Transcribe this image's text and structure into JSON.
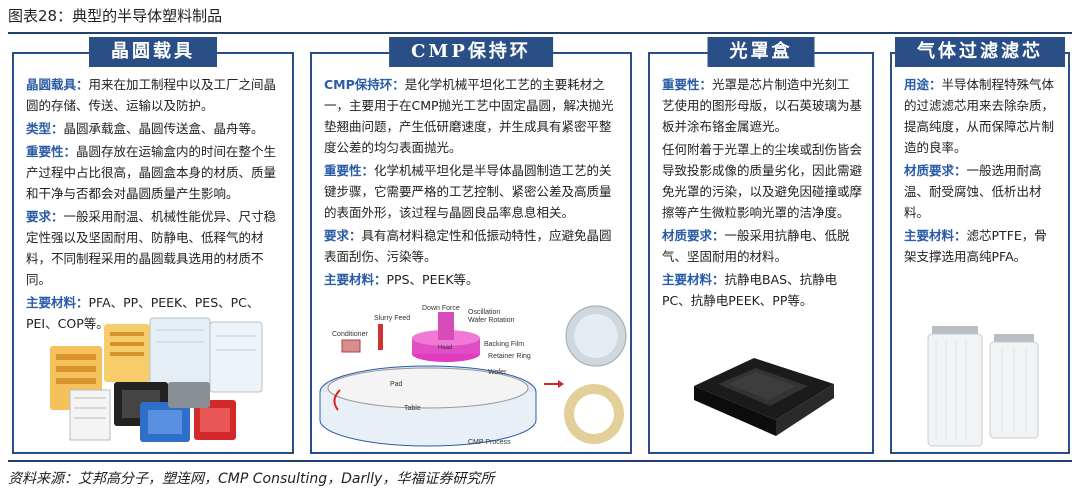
{
  "figure_title": "图表28：典型的半导体塑料制品",
  "panels": [
    {
      "title": "晶圆载具",
      "paragraphs": [
        {
          "key": "晶圆载具：",
          "text": "用来在加工制程中以及工厂之间晶圆的存储、传送、运输以及防护。"
        },
        {
          "key": "类型：",
          "text": "晶圆承载盒、晶圆传送盒、晶舟等。"
        },
        {
          "key": "重要性：",
          "text": "晶圆存放在运输盒内的时间在整个生产过程中占比很高，晶圆盒本身的材质、质量和干净与否都会对晶圆质量产生影响。"
        },
        {
          "key": "要求：",
          "text": "一般采用耐温、机械性能优异、尺寸稳定性强以及坚固耐用、防静电、低释气的材料，不同制程采用的晶圆载具选用的材质不同。"
        },
        {
          "key": "主要材料：",
          "text": "PFA、PP、PEEK、PES、PC、PEI、COP等。"
        }
      ]
    },
    {
      "title": "CMP保持环",
      "paragraphs": [
        {
          "key": "CMP保持环：",
          "text": "是化学机械平坦化工艺的主要耗材之一，主要用于在CMP抛光工艺中固定晶圆，解决抛光垫翘曲问题，产生低研磨速度，并生成具有紧密平整度公差的均匀表面抛光。"
        },
        {
          "key": "重要性：",
          "text": "化学机械平坦化是半导体晶圆制造工艺的关键步骤，它需要严格的工艺控制、紧密公差及高质量的表面外形，该过程与晶圆良品率息息相关。"
        },
        {
          "key": "要求：",
          "text": "具有高材料稳定性和低振动特性，应避免晶圆表面刮伤、污染等。"
        },
        {
          "key": "主要材料：",
          "text": "PPS、PEEK等。"
        }
      ],
      "diagram_labels": {
        "down_force": "Down Force",
        "oscillation": "Oscillation",
        "wafer_rotation": "Wafer Rotation",
        "slurry_feed": "Slurry Feed",
        "conditioner": "Conditioner",
        "head": "Head",
        "backing_film": "Backing Film",
        "retainer_ring": "Retainer Ring",
        "wafer": "Wafer",
        "pad": "Pad",
        "table": "Table",
        "caption": "CMP Process"
      }
    },
    {
      "title": "光罩盒",
      "paragraphs": [
        {
          "key": "重要性：",
          "text": "光罩是芯片制造中光刻工艺使用的图形母版，以石英玻璃为基板并涂布铬金属遮光。"
        },
        {
          "key": "",
          "text": "任何附着于光罩上的尘埃或刮伤皆会导致投影成像的质量劣化，因此需避免光罩的污染，以及避免因碰撞或摩擦等产生微粒影响光罩的洁净度。"
        },
        {
          "key": "材质要求：",
          "text": "一般采用抗静电、低脱气、坚固耐用的材料。"
        },
        {
          "key": "主要材料：",
          "text": "抗静电BAS、抗静电PC、抗静电PEEK、PP等。"
        }
      ]
    },
    {
      "title": "气体过滤滤芯",
      "paragraphs": [
        {
          "key": "用途：",
          "text": "半导体制程特殊气体的过滤滤芯用来去除杂质，提高纯度，从而保障芯片制造的良率。"
        },
        {
          "key": "材质要求：",
          "text": "一般选用耐高温、耐受腐蚀、低析出材料。"
        },
        {
          "key": "主要材料：",
          "text": "滤芯PTFE，骨架支撑选用高纯PFA。"
        }
      ]
    }
  ],
  "source": "资料来源：艾邦高分子，塑连网，CMP Consulting，Darlly，华福证券研究所",
  "colors": {
    "accent": "#2a4f86",
    "key_text": "#2a5ca8"
  }
}
